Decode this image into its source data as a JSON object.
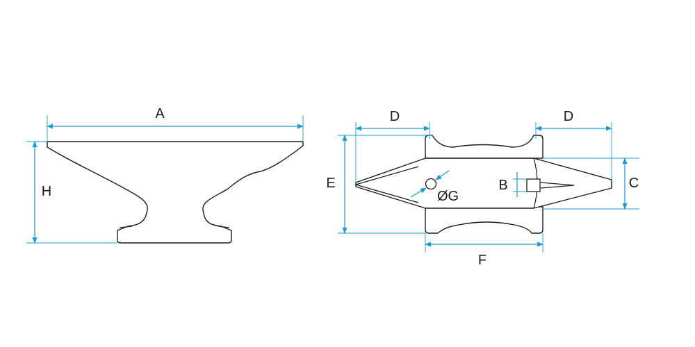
{
  "colors": {
    "outline": "#1a1a1a",
    "dimension": "#1a9ad6",
    "background": "#ffffff"
  },
  "side_view": {
    "labels": {
      "a": "A",
      "h": "H"
    }
  },
  "top_view": {
    "labels": {
      "d_left": "D",
      "d_right": "D",
      "e": "E",
      "c": "C",
      "b": "B",
      "g": "ØG",
      "f": "F"
    }
  }
}
